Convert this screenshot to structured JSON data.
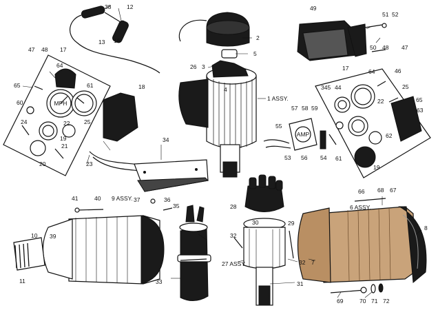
{
  "callouts": [
    {
      "id": "c38",
      "text": "38"
    },
    {
      "id": "c12",
      "text": "12"
    },
    {
      "id": "c16",
      "text": "16"
    },
    {
      "id": "c13",
      "text": "13"
    },
    {
      "id": "c2",
      "text": "2"
    },
    {
      "id": "c5",
      "text": "5"
    },
    {
      "id": "c26",
      "text": "26"
    },
    {
      "id": "c3",
      "text": "3"
    },
    {
      "id": "c4",
      "text": "4"
    },
    {
      "id": "c1",
      "text": "1 ASSY."
    },
    {
      "id": "c49",
      "text": "49"
    },
    {
      "id": "c51",
      "text": "51"
    },
    {
      "id": "c52",
      "text": "52"
    },
    {
      "id": "c50",
      "text": "50"
    },
    {
      "id": "c48r",
      "text": "48"
    },
    {
      "id": "c47r",
      "text": "47"
    },
    {
      "id": "c47l",
      "text": "47"
    },
    {
      "id": "c48l",
      "text": "48"
    },
    {
      "id": "c17l",
      "text": "17"
    },
    {
      "id": "c64l",
      "text": "64"
    },
    {
      "id": "c65l",
      "text": "65"
    },
    {
      "id": "c61l",
      "text": "61"
    },
    {
      "id": "c18",
      "text": "18"
    },
    {
      "id": "c60",
      "text": "60"
    },
    {
      "id": "c22l",
      "text": "22"
    },
    {
      "id": "c25l",
      "text": "25"
    },
    {
      "id": "c24",
      "text": "24"
    },
    {
      "id": "c19l",
      "text": "19"
    },
    {
      "id": "c21",
      "text": "21"
    },
    {
      "id": "c20",
      "text": "20"
    },
    {
      "id": "c23",
      "text": "23"
    },
    {
      "id": "c17r",
      "text": "17"
    },
    {
      "id": "c345",
      "text": "345"
    },
    {
      "id": "c44",
      "text": "44"
    },
    {
      "id": "c64r",
      "text": "64"
    },
    {
      "id": "c46",
      "text": "46"
    },
    {
      "id": "c25r",
      "text": "25"
    },
    {
      "id": "c65r",
      "text": "65"
    },
    {
      "id": "c57",
      "text": "57"
    },
    {
      "id": "c58",
      "text": "58"
    },
    {
      "id": "c59",
      "text": "59"
    },
    {
      "id": "c22r",
      "text": "22"
    },
    {
      "id": "c63",
      "text": "63"
    },
    {
      "id": "c55",
      "text": "55"
    },
    {
      "id": "c62",
      "text": "62"
    },
    {
      "id": "c53",
      "text": "53"
    },
    {
      "id": "c56",
      "text": "56"
    },
    {
      "id": "c54",
      "text": "54"
    },
    {
      "id": "c61r",
      "text": "61"
    },
    {
      "id": "c19r",
      "text": "19"
    },
    {
      "id": "c34",
      "text": "34"
    },
    {
      "id": "c41",
      "text": "41"
    },
    {
      "id": "c40",
      "text": "40"
    },
    {
      "id": "c9",
      "text": "9 ASSY."
    },
    {
      "id": "c37",
      "text": "37"
    },
    {
      "id": "c36",
      "text": "36"
    },
    {
      "id": "c35",
      "text": "35"
    },
    {
      "id": "c10",
      "text": "10"
    },
    {
      "id": "c39",
      "text": "39"
    },
    {
      "id": "c11",
      "text": "11"
    },
    {
      "id": "c33",
      "text": "33"
    },
    {
      "id": "c28",
      "text": "28"
    },
    {
      "id": "c30",
      "text": "30"
    },
    {
      "id": "c29",
      "text": "29"
    },
    {
      "id": "c32a",
      "text": "32"
    },
    {
      "id": "c27",
      "text": "27 ASSY."
    },
    {
      "id": "c32b",
      "text": "32"
    },
    {
      "id": "c31",
      "text": "31"
    },
    {
      "id": "c66",
      "text": "66"
    },
    {
      "id": "c68",
      "text": "68"
    },
    {
      "id": "c67",
      "text": "67"
    },
    {
      "id": "c6",
      "text": "6 ASSY."
    },
    {
      "id": "c8",
      "text": "8"
    },
    {
      "id": "c7",
      "text": "7"
    },
    {
      "id": "c69",
      "text": "69"
    },
    {
      "id": "c70",
      "text": "70"
    },
    {
      "id": "c71",
      "text": "71"
    },
    {
      "id": "c72",
      "text": "72"
    }
  ],
  "gauge_text": {
    "left_gauge": "MPH",
    "right_gauge": "AMP"
  },
  "colors": {
    "ink": "#111111",
    "generator_tint": "#c9a37a",
    "paper": "#ffffff"
  }
}
